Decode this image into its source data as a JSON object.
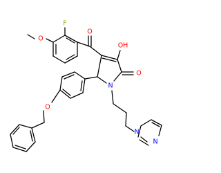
{
  "molecule": {
    "atoms": [
      {
        "id": "F",
        "label": "F",
        "color": "#8fb22d"
      },
      {
        "id": "O_methoxy",
        "label": "O",
        "color": "#ff0000"
      },
      {
        "id": "O_ketone",
        "label": "O",
        "color": "#ff0000"
      },
      {
        "id": "OH",
        "label": "OH",
        "color": "#ff0000"
      },
      {
        "id": "O_lactam",
        "label": "O",
        "color": "#ff0000"
      },
      {
        "id": "N_ring",
        "label": "N",
        "color": "#0000ff"
      },
      {
        "id": "O_ether",
        "label": "O",
        "color": "#ff0000"
      },
      {
        "id": "N_imid_1",
        "label": "N",
        "color": "#0000ff"
      },
      {
        "id": "N_imid_3",
        "label": "N",
        "color": "#0000ff"
      }
    ],
    "colors": {
      "bond": "#000000",
      "oxygen": "#ff0000",
      "nitrogen": "#0000ff",
      "fluorine": "#8fb22d"
    }
  }
}
